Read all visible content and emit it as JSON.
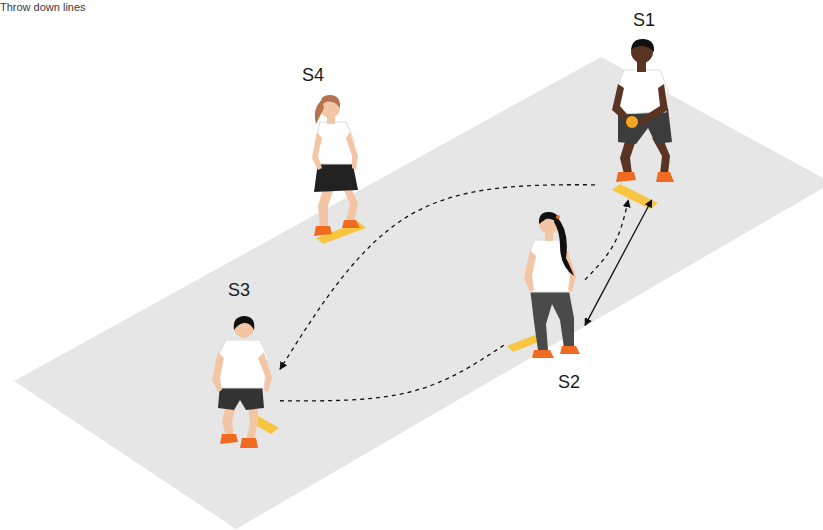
{
  "diagram": {
    "title": "Throw down lines",
    "nodes": [
      {
        "text": [
          "S1"
        ]
      },
      {
        "text": [
          "S4"
        ]
      },
      {
        "text": [
          "S3"
        ]
      },
      {
        "text": [
          "S2"
        ]
      }
    ],
    "edges": [
      {
        "from": 0,
        "to": 3,
        "arrow": "both"
      },
      {
        "from": 0,
        "to": 2,
        "arrow": "to"
      },
      {
        "from": 2,
        "to": 3,
        "arrow": "none"
      },
      {
        "from": 3,
        "to": 0,
        "arrow": "to"
      }
    ]
  }
}
